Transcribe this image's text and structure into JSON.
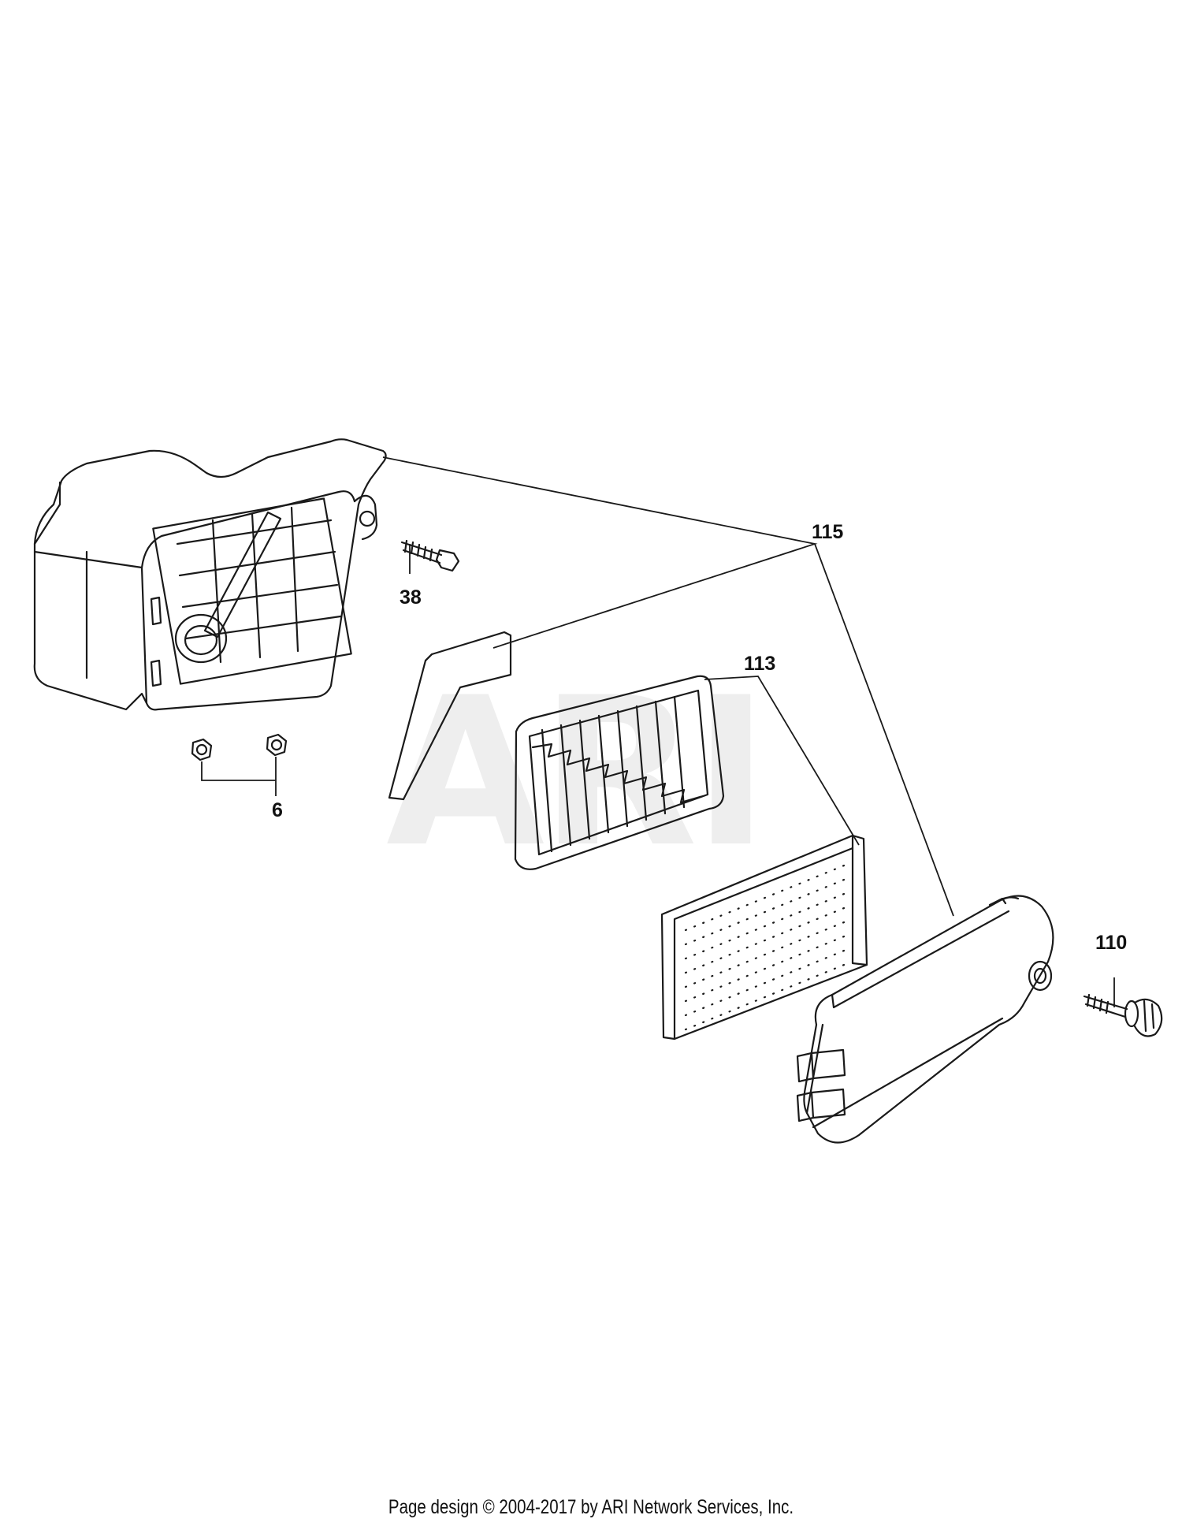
{
  "watermark": "ARI",
  "callouts": {
    "part_115": "115",
    "part_38": "38",
    "part_113": "113",
    "part_6": "6",
    "part_110": "110"
  },
  "footer": "Page design © 2004-2017 by ARI Network Services, Inc.",
  "colors": {
    "line": "#1a1a1a",
    "watermark": "#eeeeee",
    "background": "#ffffff"
  }
}
